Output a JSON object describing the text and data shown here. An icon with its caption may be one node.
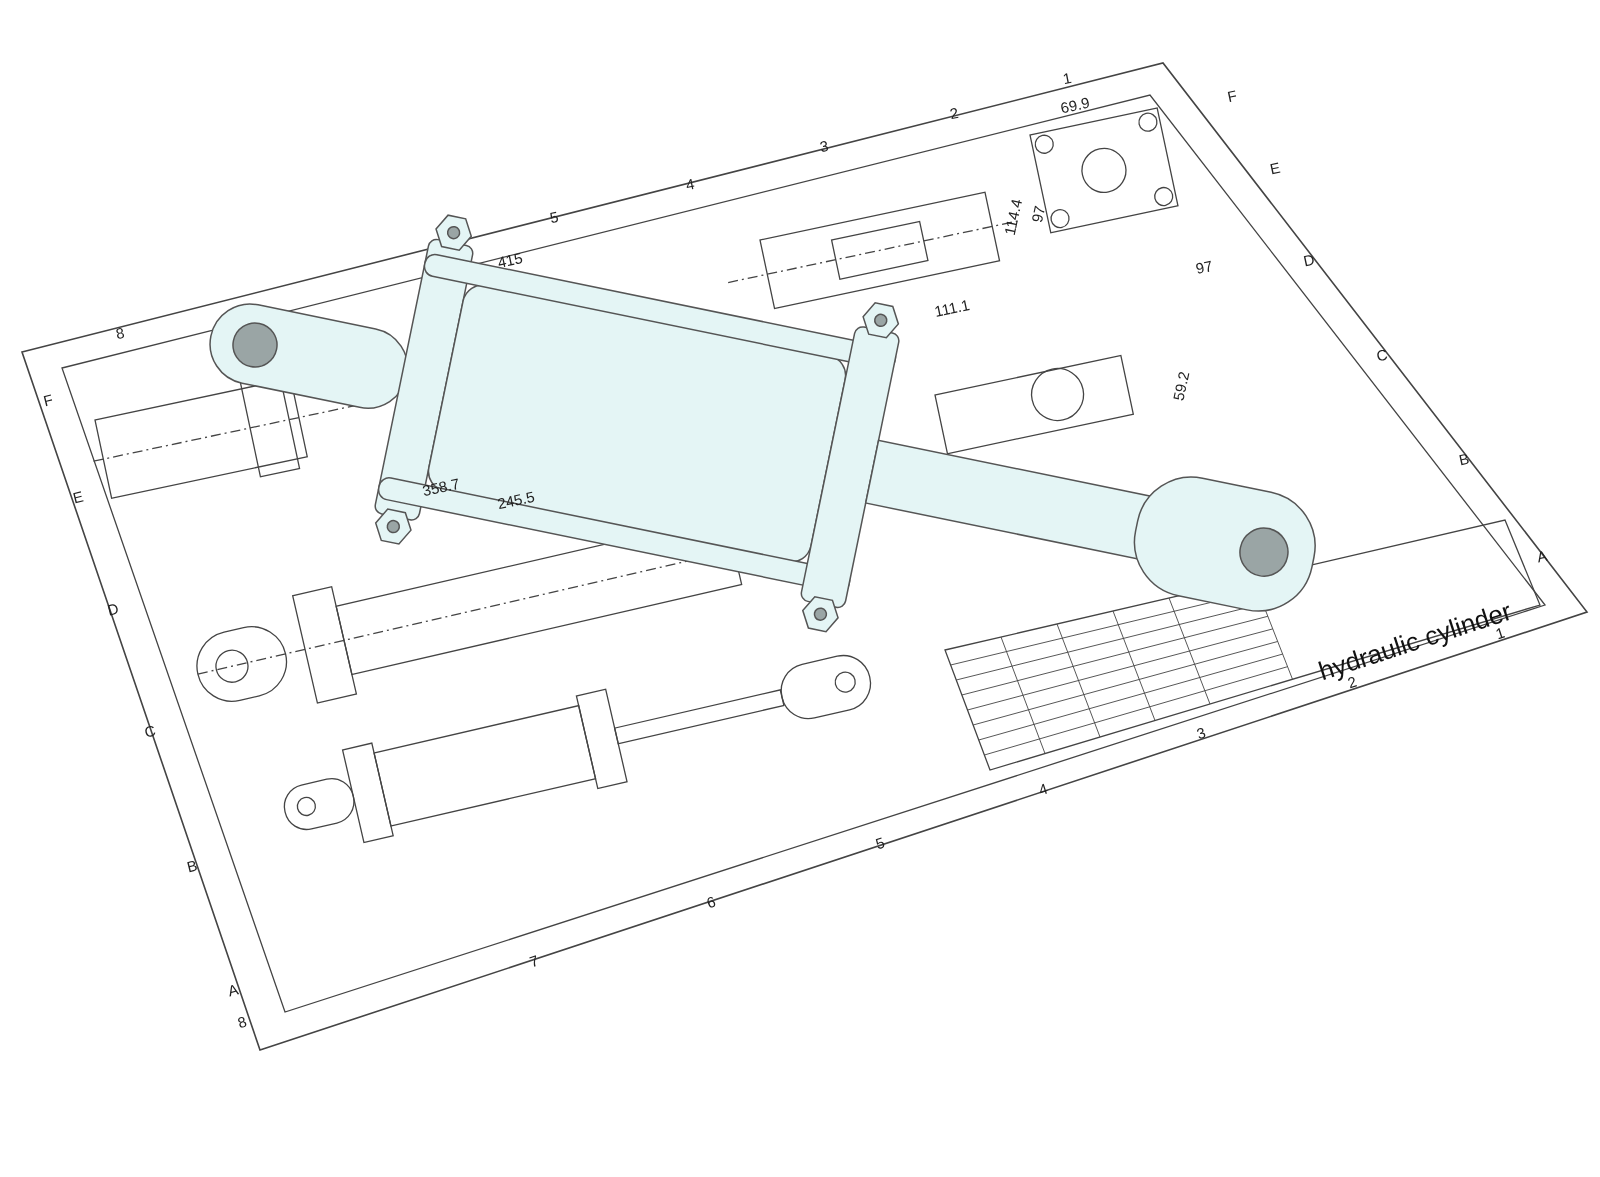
{
  "diagram": {
    "labels": [
      "69.9",
      "F",
      "1",
      "2",
      "3",
      "114.4",
      "97",
      "4",
      "E",
      "5",
      "415",
      "97",
      "D",
      "111.1",
      "8",
      "C",
      "F",
      "59.2",
      "B",
      "E",
      "358.7",
      "245.5",
      "A",
      "D",
      "hydraulic cylinder",
      "1",
      "2",
      "C",
      "3",
      "4",
      "5",
      "B",
      "6",
      "7",
      "A",
      "8"
    ]
  }
}
